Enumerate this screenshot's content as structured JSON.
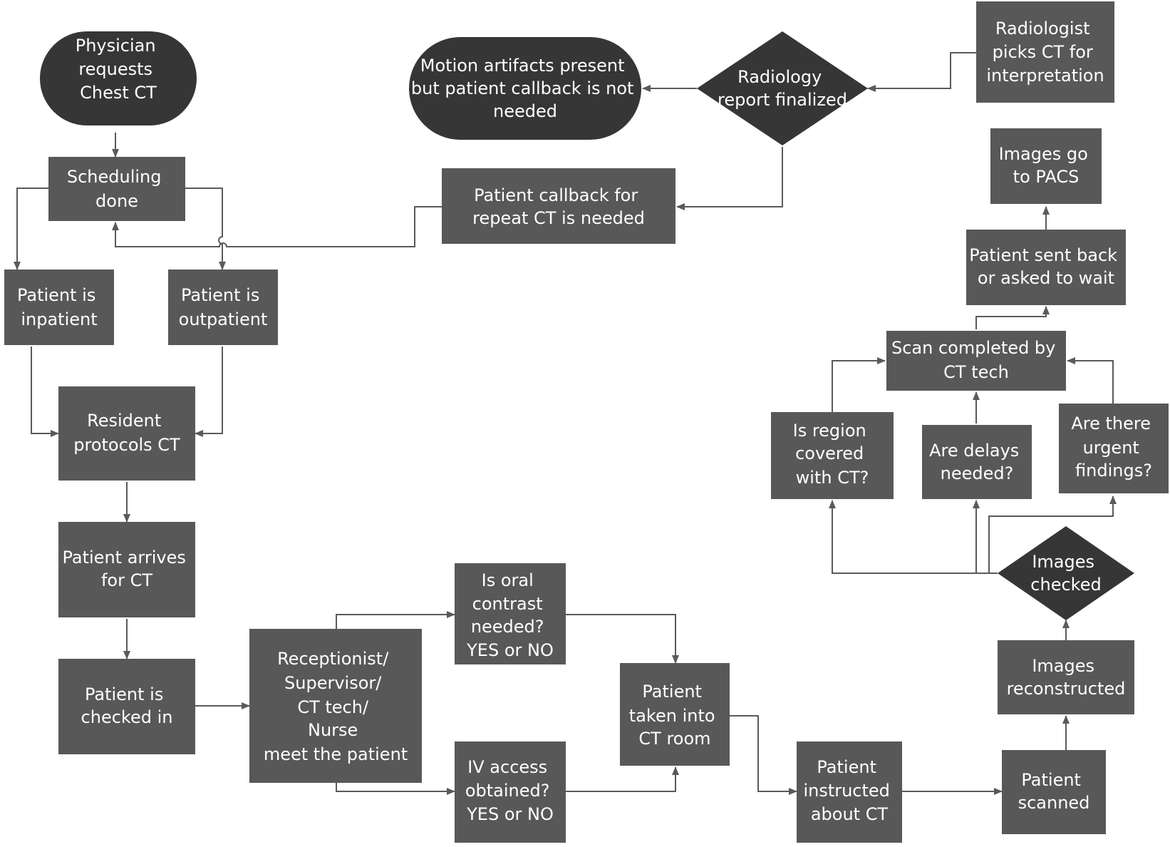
{
  "colors": {
    "box": "#585858",
    "terminal": "#363636",
    "text": "#ffffff",
    "edge": "#5a5a5a",
    "background": "#ffffff"
  },
  "nodes": {
    "physician_requests": [
      "Physician",
      "requests",
      "Chest CT"
    ],
    "scheduling_done": [
      "Scheduling",
      "done"
    ],
    "patient_inpatient": [
      "Patient is",
      "inpatient"
    ],
    "patient_outpatient": [
      "Patient is",
      "outpatient"
    ],
    "resident_protocols": [
      "Resident",
      "protocols CT"
    ],
    "patient_arrives": [
      "Patient arrives",
      "for CT"
    ],
    "patient_checked_in": [
      "Patient is",
      "checked in"
    ],
    "meet_patient": [
      "Receptionist/",
      "Supervisor/",
      "CT tech/",
      "Nurse",
      "meet the patient"
    ],
    "oral_contrast": [
      "Is oral",
      "contrast",
      "needed?",
      "YES or NO"
    ],
    "iv_access": [
      "IV access",
      "obtained?",
      "YES or NO"
    ],
    "taken_into_room": [
      "Patient",
      "taken into",
      "CT room"
    ],
    "instructed": [
      "Patient",
      "instructed",
      "about CT"
    ],
    "scanned": [
      "Patient",
      "scanned"
    ],
    "reconstructed": [
      "Images",
      "reconstructed"
    ],
    "images_checked": [
      "Images",
      "checked"
    ],
    "region_covered": [
      "Is region",
      "covered",
      "with CT?"
    ],
    "delays_needed": [
      "Are delays",
      "needed?"
    ],
    "urgent_findings": [
      "Are there",
      "urgent",
      "findings?"
    ],
    "scan_completed": [
      "Scan completed by",
      "CT tech"
    ],
    "sent_back": [
      "Patient sent back",
      "or asked to wait"
    ],
    "to_pacs": [
      "Images go",
      "to PACS"
    ],
    "radiologist_picks": [
      "Radiologist",
      "picks CT for",
      "interpretation"
    ],
    "report_finalized": [
      "Radiology",
      "report finalized"
    ],
    "motion_artifacts": [
      "Motion artifacts present",
      "but patient callback is not",
      "needed"
    ],
    "callback_needed": [
      "Patient callback for",
      "repeat CT is needed"
    ]
  }
}
